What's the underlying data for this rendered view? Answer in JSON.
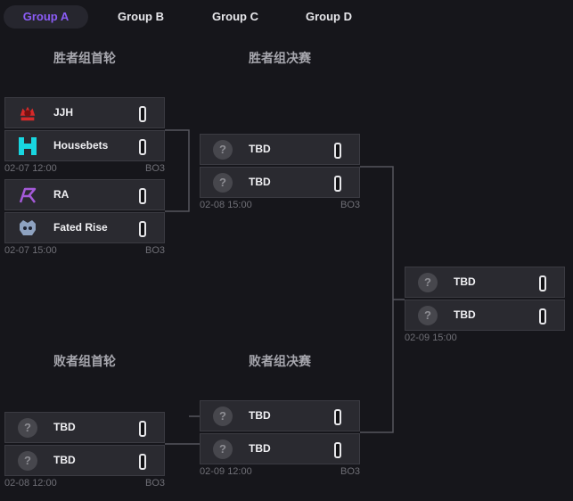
{
  "tabs": [
    {
      "label": "Group A",
      "active": true
    },
    {
      "label": "Group B",
      "active": false
    },
    {
      "label": "Group C",
      "active": false
    },
    {
      "label": "Group D",
      "active": false
    }
  ],
  "rounds": {
    "upper_r1": "胜者组首轮",
    "upper_final": "胜者组决赛",
    "lower_r1": "败者组首轮",
    "lower_final": "败者组决赛"
  },
  "matches": {
    "m1": {
      "teams": [
        {
          "name": "JJH",
          "logo": "jjh-logo"
        },
        {
          "name": "Housebets",
          "logo": "housebets-logo"
        }
      ],
      "date": "02-07 12:00",
      "format": "BO3"
    },
    "m2": {
      "teams": [
        {
          "name": "RA",
          "logo": "ra-logo"
        },
        {
          "name": "Fated Rise",
          "logo": "fated-rise-logo"
        }
      ],
      "date": "02-07 15:00",
      "format": "BO3"
    },
    "m3": {
      "teams": [
        {
          "name": "TBD",
          "logo": "unknown-team-icon"
        },
        {
          "name": "TBD",
          "logo": "unknown-team-icon"
        }
      ],
      "date": "02-08 15:00",
      "format": "BO3"
    },
    "m4": {
      "teams": [
        {
          "name": "TBD",
          "logo": "unknown-team-icon"
        },
        {
          "name": "TBD",
          "logo": "unknown-team-icon"
        }
      ],
      "date": "02-09 15:00",
      "format": ""
    },
    "m5": {
      "teams": [
        {
          "name": "TBD",
          "logo": "unknown-team-icon"
        },
        {
          "name": "TBD",
          "logo": "unknown-team-icon"
        }
      ],
      "date": "02-08 12:00",
      "format": "BO3"
    },
    "m6": {
      "teams": [
        {
          "name": "TBD",
          "logo": "unknown-team-icon"
        },
        {
          "name": "TBD",
          "logo": "unknown-team-icon"
        }
      ],
      "date": "02-09 12:00",
      "format": "BO3"
    }
  },
  "colors": {
    "accent": "#8b5cf6",
    "housebets": "#18d6e0",
    "jjh": "#d62a2a",
    "ra": "#a45ad8"
  }
}
